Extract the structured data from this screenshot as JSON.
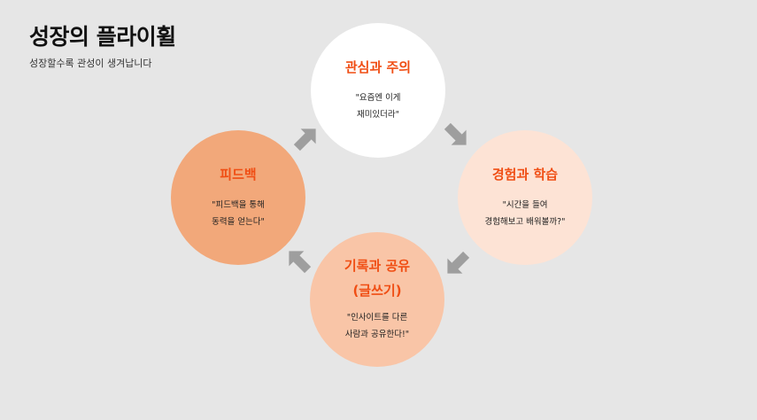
{
  "header": {
    "title": "성장의 플라이휠",
    "subtitle": "성장할수록 관성이 생겨납니다"
  },
  "colors": {
    "background": "#e6e6e6",
    "accent": "#f04e14",
    "arrow": "#9e9e9e"
  },
  "nodes": {
    "interest": {
      "title": "관심과 주의",
      "quote": "\"요즘엔 이게\n재미있더라\"",
      "color": "#ffffff"
    },
    "learning": {
      "title": "경험과 학습",
      "quote": "\"시간을 들여\n경험해보고 배워볼까?\"",
      "color": "#fde3d5"
    },
    "sharing": {
      "title": "기록과 공유",
      "title2": "(글쓰기)",
      "quote": "\"인사이트를 다른\n사람과 공유한다!\"",
      "color": "#f9c5a7"
    },
    "feedback": {
      "title": "피드백",
      "quote": "\"피드백을 통해\n동력을 얻는다\"",
      "color": "#f2a87a"
    }
  },
  "arrows": [
    {
      "name": "arrow-interest-to-learning",
      "direction": "down-right"
    },
    {
      "name": "arrow-learning-to-sharing",
      "direction": "down-left"
    },
    {
      "name": "arrow-sharing-to-feedback",
      "direction": "up-left"
    },
    {
      "name": "arrow-feedback-to-interest",
      "direction": "up-right"
    }
  ]
}
